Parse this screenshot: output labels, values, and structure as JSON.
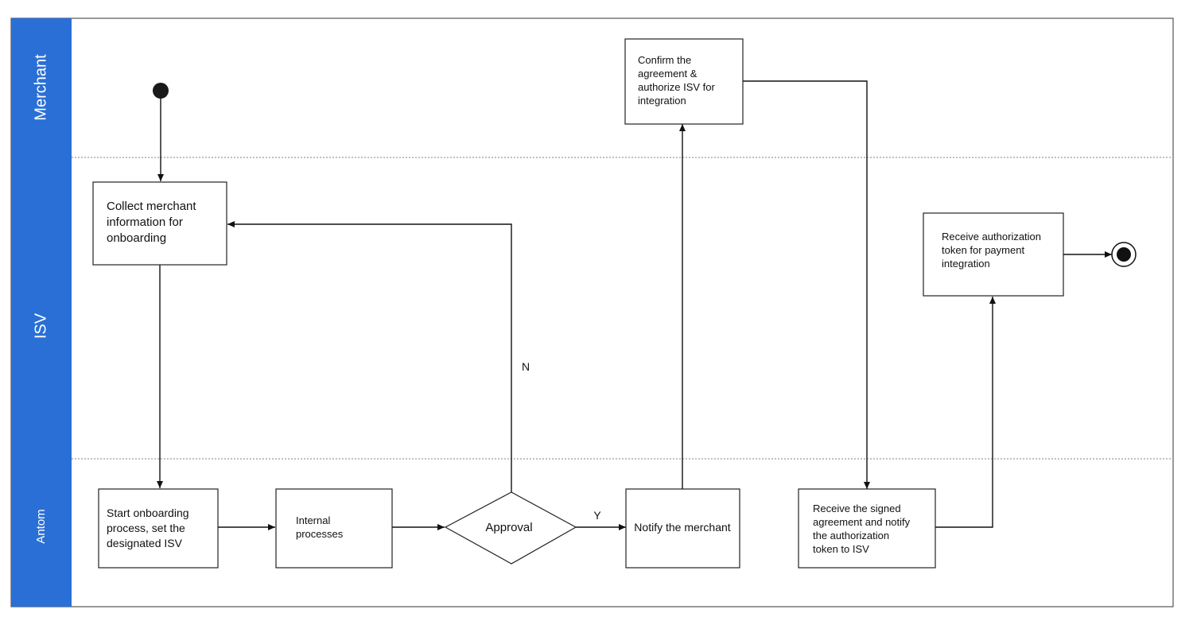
{
  "lanes": [
    {
      "id": "merchant",
      "label": "Merchant"
    },
    {
      "id": "isv",
      "label": "ISV"
    },
    {
      "id": "antom",
      "label": "Antom"
    }
  ],
  "nodes": {
    "collect": {
      "lines": [
        "Collect merchant",
        "information for",
        "onboarding"
      ]
    },
    "start": {
      "lines": [
        "Start onboarding",
        "process, set the",
        "designated ISV"
      ]
    },
    "internal": {
      "lines": [
        "Internal",
        "processes"
      ]
    },
    "approval": {
      "lines": [
        "Approval"
      ]
    },
    "notify": {
      "lines": [
        "Notify the merchant"
      ]
    },
    "confirm": {
      "lines": [
        "Confirm the",
        "agreement &",
        "authorize ISV for",
        "integration"
      ]
    },
    "receive_signed": {
      "lines": [
        "Receive the signed",
        "agreement and notify",
        "the authorization",
        "token to ISV"
      ]
    },
    "receive_token": {
      "lines": [
        "Receive authorization",
        "token for payment",
        "integration"
      ]
    }
  },
  "edge_labels": {
    "no": "N",
    "yes": "Y"
  },
  "colors": {
    "lane_header": "#2a6fd6",
    "line": "#111111",
    "divider": "#9a9a9a"
  }
}
